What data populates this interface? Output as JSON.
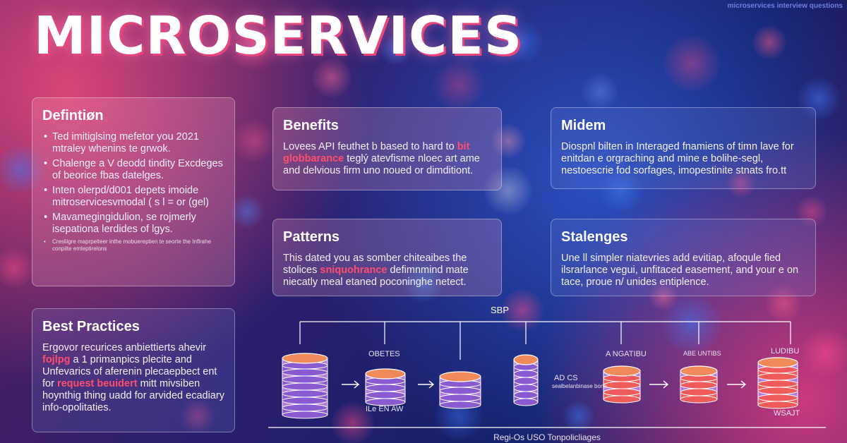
{
  "top_label": "microservices interview questions",
  "title": "MICROSERVICES",
  "cards": {
    "definition": {
      "heading": "Defintiøn",
      "items": [
        "Ted imitiglsing mefetor you 2021 mtraley whenins te grwok.",
        "Chalenge a V deodd tindity Excdeges of beorice fbas datelges.",
        "Inten olerpd/d001 depets imoide mitroservicesvmodal ( s l = or (gel)",
        "Mavamegingidulion, se rojmerly isepationa lerdides of lgys."
      ],
      "small_note": "Cresliigre maprpelteer inthe mobuereptien te seorte the Inflrahe conpilte emleptirelons"
    },
    "benefits": {
      "heading": "Benefits",
      "line1_a": "Lovees API feuthet b based to hard to ",
      "line1_hl": "bit",
      "line2_hl": "globbarance",
      "line2_b": " teglý atevfisme nloec art ame",
      "line3": "and delvious firm uno noued or dimditiont."
    },
    "midem": {
      "heading": "Midem",
      "text": "Diospnl bilten in Interaged fnamiens of timn lave for enitdan e orgraching and mine e bolihe-segl, nestoescrie fod sorfages, imopestinite stnats fro.tt"
    },
    "patterns": {
      "heading": "Patterns",
      "line1": "This dated you as somber chiteaibes the",
      "line2_a": "stolices ",
      "line2_hl": "sniquohrance",
      "line2_b": " defimnmind mate",
      "line3": "niecatly meal etaned poconinghe netect."
    },
    "stalenges": {
      "heading": "Stalenges",
      "text": "Une ll simpler niatevries add evitiap, afoqule fied ilsrarlance vegui, unfitaced easement, and your e on tace, proue n/ unides entiplence."
    },
    "best_practices": {
      "heading": "Best Practices",
      "line1": "Ergovor recurices anbiettierts ahevir",
      "line2_hl": "fojlpg",
      "line2_b": " a 1 primanpics plecite and",
      "line3": "Unfevarics of aferenin plecaepbect ent",
      "line4_a": "for ",
      "line4_hl": "request beuidert",
      "line4_b": " mitt mivsiben",
      "line5": "hoynthig thing uadd for arvided ecadiary",
      "line6": "info-opolitaties."
    }
  },
  "diagram": {
    "top_label": "SBP",
    "labels": [
      "OBETES",
      "ILe EN AW",
      "AD CS",
      "A NGATIBU",
      "ABE UNTIBS",
      "LUDIBU",
      "WSAJT"
    ],
    "sub_label": "sealbelanbinase bone",
    "bottom_label": "Regi-Os USO Tonpolicliages",
    "colors": {
      "purple": "#8a5ad0",
      "orange": "#f08a5a",
      "red": "#ef5a5a",
      "line": "#ffffff"
    }
  }
}
